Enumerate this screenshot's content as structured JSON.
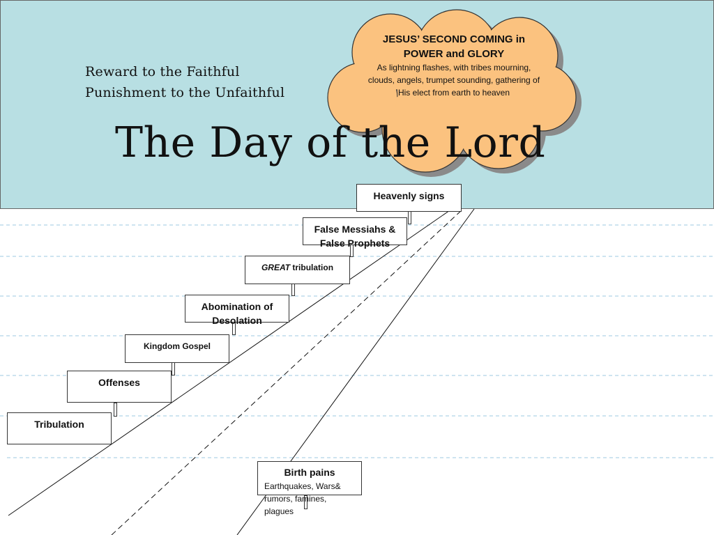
{
  "header": {
    "subtitle_line_1": "Reward to the Faithful",
    "subtitle_line_2": "Punishment  to the Unfaithful",
    "title": "The Day of the Lord",
    "background_color": "#b8dfe3"
  },
  "cloud": {
    "title": "JESUS’ SECOND COMING in POWER and GLORY",
    "body": "As lightning flashes, with tribes mourning, clouds, angels, trumpet sounding, gathering of His elect from earth to heaven",
    "fill_color": "#fbc27f"
  },
  "steps": [
    {
      "label": "Tribulation"
    },
    {
      "label": "Offenses"
    },
    {
      "label": "Kingdom Gospel"
    },
    {
      "label": "Abomination of Desolation"
    },
    {
      "label_emphasis": "GREAT",
      "label_rest": " tribulation"
    },
    {
      "label": "False Messiahs & False Prophets"
    },
    {
      "label": "Heavenly signs"
    }
  ],
  "birth_pains": {
    "title": "Birth pains",
    "detail": "Earthquakes, Wars& rumors, famines, plagues"
  }
}
